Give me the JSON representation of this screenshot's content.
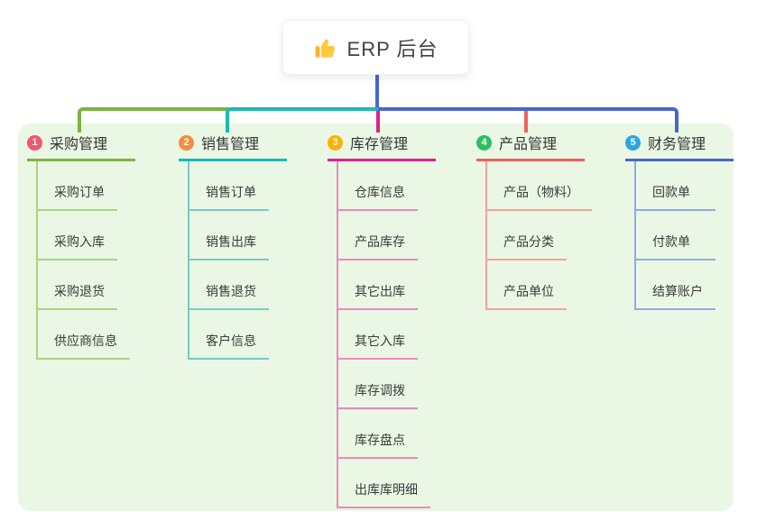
{
  "root": {
    "icon": "thumbs-up-icon",
    "title": "ERP 后台"
  },
  "colors": {
    "panel_bg": "#EAF7E5",
    "trunk_blue": "#4866CF",
    "trunk_green": "#7CB342",
    "trunk_teal": "#1CB9B2"
  },
  "branches": [
    {
      "badge": "1",
      "label": "采购管理",
      "badge_color": "#F4566E",
      "line_color": "#7CB342",
      "child_line_color": "#A9D57F",
      "children": [
        "采购订单",
        "采购入库",
        "采购退货",
        "供应商信息"
      ]
    },
    {
      "badge": "2",
      "label": "销售管理",
      "badge_color": "#F98B3E",
      "line_color": "#1CB9B2",
      "child_line_color": "#74CCC6",
      "children": [
        "销售订单",
        "销售出库",
        "销售退货",
        "客户信息"
      ]
    },
    {
      "badge": "3",
      "label": "库存管理",
      "badge_color": "#FFB005",
      "line_color": "#E0218A",
      "child_line_color": "#EF87BC",
      "children": [
        "仓库信息",
        "产品库存",
        "其它出库",
        "其它入库",
        "库存调拨",
        "库存盘点",
        "出库库明细"
      ]
    },
    {
      "badge": "4",
      "label": "产品管理",
      "badge_color": "#2EBE62",
      "line_color": "#F5605C",
      "child_line_color": "#F8A09B",
      "children": [
        "产品（物料）",
        "产品分类",
        "产品单位"
      ]
    },
    {
      "badge": "5",
      "label": "财务管理",
      "badge_color": "#2BA6DF",
      "line_color": "#4866CF",
      "child_line_color": "#93A9E2",
      "children": [
        "回款单",
        "付款单",
        "结算账户"
      ]
    }
  ]
}
